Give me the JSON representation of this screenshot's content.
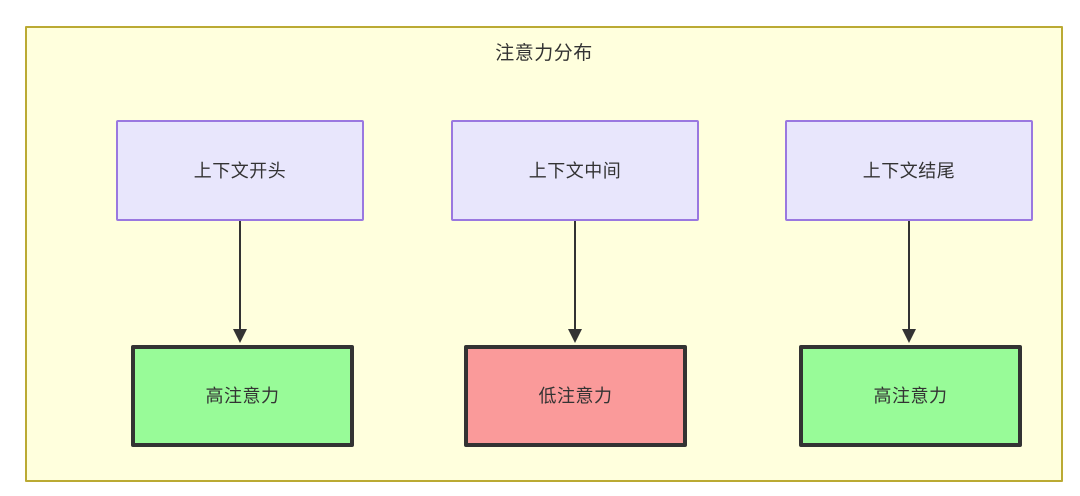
{
  "diagram": {
    "title": "注意力分布",
    "container": {
      "fill": "#ffffdd",
      "border": "#bbaa33"
    },
    "context_nodes": [
      {
        "id": "ctx-start",
        "label": "上下文开头",
        "fill": "#e8e6fc",
        "border": "#9a78e0"
      },
      {
        "id": "ctx-middle",
        "label": "上下文中间",
        "fill": "#e8e6fc",
        "border": "#9a78e0"
      },
      {
        "id": "ctx-end",
        "label": "上下文结尾",
        "fill": "#e8e6fc",
        "border": "#9a78e0"
      }
    ],
    "attention_nodes": [
      {
        "id": "attn-start",
        "label": "高注意力",
        "fill": "#98fb98",
        "border": "#333333"
      },
      {
        "id": "attn-middle",
        "label": "低注意力",
        "fill": "#fa9a9a",
        "border": "#333333"
      },
      {
        "id": "attn-end",
        "label": "高注意力",
        "fill": "#98fb98",
        "border": "#333333"
      }
    ],
    "edges": [
      {
        "id": "edge-1",
        "from": "上下文开头",
        "to": "高注意力",
        "label": ""
      },
      {
        "id": "edge-2",
        "from": "上下文中间",
        "to": "低注意力",
        "label": ""
      },
      {
        "id": "edge-3",
        "from": "上下文结尾",
        "to": "高注意力",
        "label": ""
      }
    ]
  }
}
